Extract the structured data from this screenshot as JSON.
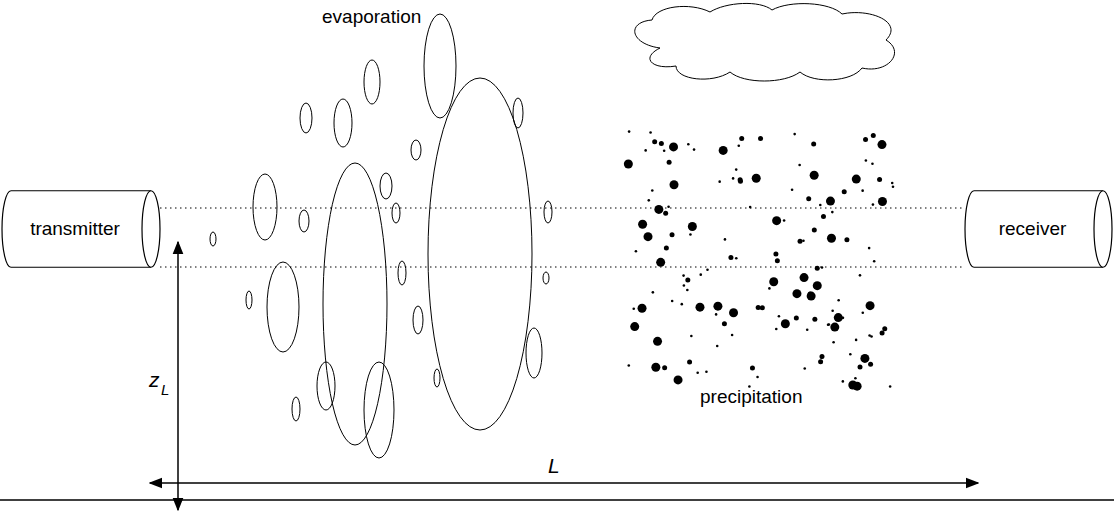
{
  "diagram": {
    "nodes": [
      {
        "text": [
          "transmitter"
        ]
      },
      {
        "text": [
          "receiver"
        ]
      }
    ],
    "edges": [
      {
        "from": 0,
        "to": 1,
        "arrow": "none"
      },
      {
        "from": 0,
        "to": 1,
        "arrow": "none"
      }
    ],
    "labels": [
      "evaporation",
      "precipitation",
      "z",
      "L",
      "L"
    ]
  }
}
